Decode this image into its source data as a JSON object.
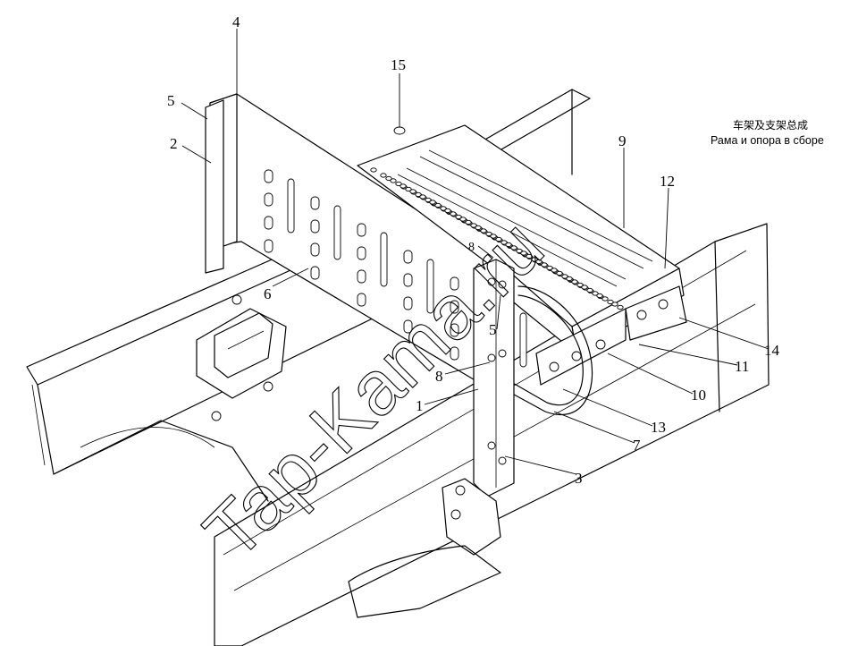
{
  "title": {
    "chinese": "车架及支架总成",
    "russian": "Рама и опора в сборе"
  },
  "watermark": "Tap-Kama.ru",
  "callouts": [
    {
      "id": "1",
      "label": "1"
    },
    {
      "id": "2",
      "label": "2"
    },
    {
      "id": "3",
      "label": "3"
    },
    {
      "id": "4",
      "label": "4"
    },
    {
      "id": "5a",
      "label": "5"
    },
    {
      "id": "5b",
      "label": "5"
    },
    {
      "id": "6",
      "label": "6"
    },
    {
      "id": "7",
      "label": "7"
    },
    {
      "id": "8a",
      "label": "8"
    },
    {
      "id": "8b",
      "label": "8"
    },
    {
      "id": "9",
      "label": "9"
    },
    {
      "id": "10",
      "label": "10"
    },
    {
      "id": "11",
      "label": "11"
    },
    {
      "id": "12",
      "label": "12"
    },
    {
      "id": "13",
      "label": "13"
    },
    {
      "id": "14",
      "label": "14"
    },
    {
      "id": "15",
      "label": "15"
    }
  ]
}
